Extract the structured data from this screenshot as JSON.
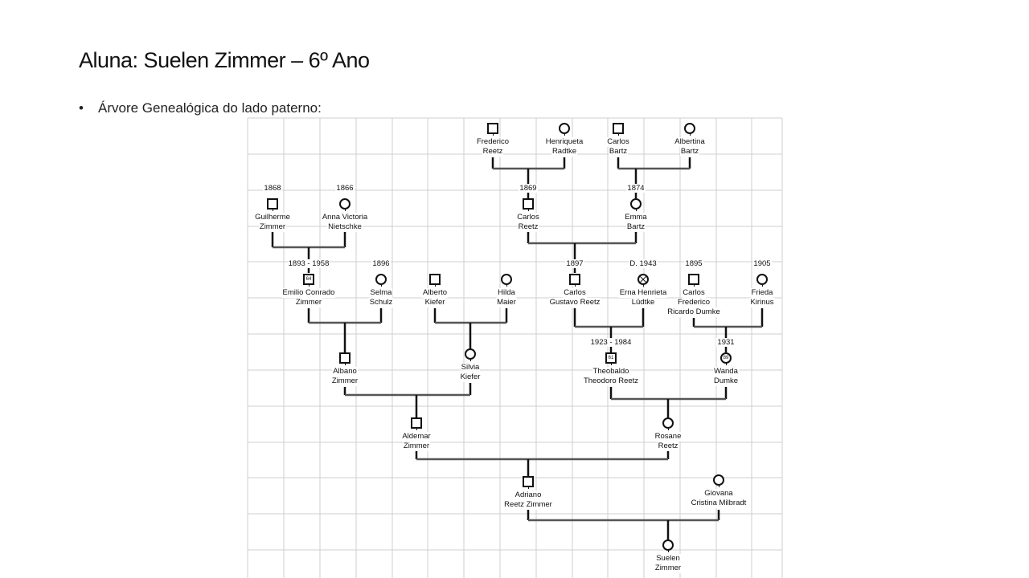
{
  "title": "Aluna: Suelen Zimmer – 6º Ano",
  "bullet": "Árvore Genealógica do lado paterno:",
  "people": [
    {
      "id": "frederico-reetz",
      "sex": "m",
      "year": "",
      "badge": "",
      "deceased": false,
      "names": [
        "Frederico",
        "Reetz"
      ]
    },
    {
      "id": "henriqueta-radtke",
      "sex": "f",
      "year": "",
      "badge": "",
      "deceased": false,
      "names": [
        "Henriqueta",
        "Radtke"
      ]
    },
    {
      "id": "carlos-bartz",
      "sex": "m",
      "year": "",
      "badge": "",
      "deceased": false,
      "names": [
        "Carlos",
        "Bartz"
      ]
    },
    {
      "id": "albertina-bartz",
      "sex": "f",
      "year": "",
      "badge": "",
      "deceased": false,
      "names": [
        "Albertina",
        "Bartz"
      ]
    },
    {
      "id": "guilherme-zimmer",
      "sex": "m",
      "year": "1868",
      "badge": "",
      "deceased": false,
      "names": [
        "Guilherme",
        "Zimmer"
      ]
    },
    {
      "id": "anna-victoria-nietschke",
      "sex": "f",
      "year": "1866",
      "badge": "",
      "deceased": false,
      "names": [
        "Anna Victoria",
        "Nietschke"
      ]
    },
    {
      "id": "carlos-reetz",
      "sex": "m",
      "year": "1869",
      "badge": "",
      "deceased": false,
      "names": [
        "Carlos",
        "Reetz"
      ]
    },
    {
      "id": "emma-bartz",
      "sex": "f",
      "year": "1874",
      "badge": "",
      "deceased": false,
      "names": [
        "Emma",
        "Bartz"
      ]
    },
    {
      "id": "emilio-conrado-zimmer",
      "sex": "m",
      "year": "1893 - 1958",
      "badge": "64",
      "deceased": false,
      "names": [
        "Emilio Conrado",
        "Zimmer"
      ]
    },
    {
      "id": "selma-schulz",
      "sex": "f",
      "year": "1896",
      "badge": "",
      "deceased": false,
      "names": [
        "Selma",
        "Schulz"
      ]
    },
    {
      "id": "alberto-kiefer",
      "sex": "m",
      "year": "",
      "badge": "",
      "deceased": false,
      "names": [
        "Alberto",
        "Kiefer"
      ]
    },
    {
      "id": "hilda-maier",
      "sex": "f",
      "year": "",
      "badge": "",
      "deceased": false,
      "names": [
        "Hilda",
        "Maier"
      ]
    },
    {
      "id": "carlos-gustavo-reetz",
      "sex": "m",
      "year": "1897",
      "badge": "",
      "deceased": false,
      "names": [
        "Carlos",
        "Gustavo Reetz"
      ]
    },
    {
      "id": "erna-henrieta-ludtke",
      "sex": "f",
      "year": "D. 1943",
      "badge": "",
      "deceased": true,
      "names": [
        "Erna Henrieta",
        "Lüdtke"
      ]
    },
    {
      "id": "carlos-frederico-ricardo-dumke",
      "sex": "m",
      "year": "1895",
      "badge": "",
      "deceased": false,
      "names": [
        "Carlos",
        "Frederico",
        "Ricardo Dumke"
      ]
    },
    {
      "id": "frieda-kirinus",
      "sex": "f",
      "year": "1905",
      "badge": "",
      "deceased": false,
      "names": [
        "Frieda",
        "Kirinus"
      ]
    },
    {
      "id": "albano-zimmer",
      "sex": "m",
      "year": "",
      "badge": "",
      "deceased": false,
      "names": [
        "Albano",
        "Zimmer"
      ]
    },
    {
      "id": "silvia-kiefer",
      "sex": "f",
      "year": "",
      "badge": "",
      "deceased": false,
      "names": [
        "Silvia",
        "Kiefer"
      ]
    },
    {
      "id": "theobaldo-theodoro-reetz",
      "sex": "m",
      "year": "1923 - 1984",
      "badge": "61",
      "deceased": false,
      "names": [
        "Theobaldo",
        "Theodoro Reetz"
      ]
    },
    {
      "id": "wanda-dumke",
      "sex": "f",
      "year": "1931",
      "badge": "89",
      "deceased": false,
      "names": [
        "Wanda",
        "Dumke"
      ]
    },
    {
      "id": "aldemar-zimmer",
      "sex": "m",
      "year": "",
      "badge": "",
      "deceased": false,
      "names": [
        "Aldemar",
        "Zimmer"
      ]
    },
    {
      "id": "rosane-reetz",
      "sex": "f",
      "year": "",
      "badge": "",
      "deceased": false,
      "names": [
        "Rosane",
        "Reetz"
      ]
    },
    {
      "id": "adriano-reetz-zimmer",
      "sex": "m",
      "year": "",
      "badge": "",
      "deceased": false,
      "names": [
        "Adriano",
        "Reetz Zimmer"
      ]
    },
    {
      "id": "giovana-cristina-milbradt",
      "sex": "f",
      "year": "",
      "badge": "",
      "deceased": false,
      "names": [
        "Giovana",
        "Cristina Milbradt"
      ]
    },
    {
      "id": "suelen-zimmer",
      "sex": "f",
      "year": "",
      "badge": "",
      "deceased": false,
      "names": [
        "Suelen",
        "Zimmer"
      ]
    }
  ]
}
